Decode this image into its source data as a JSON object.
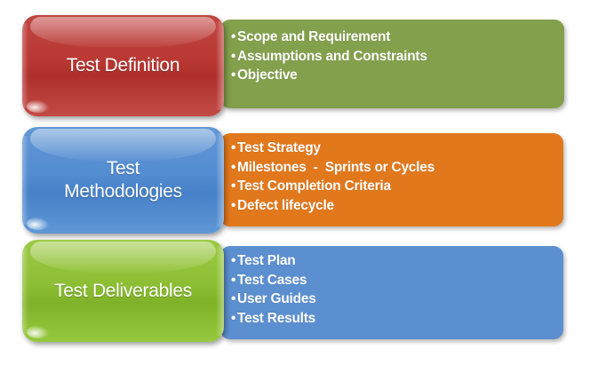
{
  "diagram": {
    "type": "three-row-label-and-list",
    "background_color": "#FFFFFF",
    "rows": [
      {
        "id": "test-definition",
        "label": "Test Definition",
        "label_color": "#BE3A35",
        "label_color_dark": "#9E2B27",
        "panel_color": "#83A04C",
        "bullet_char": "•",
        "items": [
          "Scope and Requirement",
          "Assumptions and Constraints",
          "Objective"
        ]
      },
      {
        "id": "test-methodologies",
        "label": "Test\nMethodologies",
        "label_color": "#5089CE",
        "label_color_dark": "#3B72B4",
        "panel_color": "#E2781C",
        "bullet_char": "•",
        "items": [
          "Test Strategy",
          "Milestones  -  Sprints or Cycles",
          "Test Completion Criteria",
          "Defect lifecycle"
        ]
      },
      {
        "id": "test-deliverables",
        "label": "Test Deliverables",
        "label_color": "#8CBA34",
        "label_color_dark": "#6F9B24",
        "panel_color": "#5B8FD0",
        "bullet_char": "•",
        "items": [
          "Test Plan",
          "Test Cases",
          "User Guides",
          "Test Results"
        ]
      }
    ]
  }
}
